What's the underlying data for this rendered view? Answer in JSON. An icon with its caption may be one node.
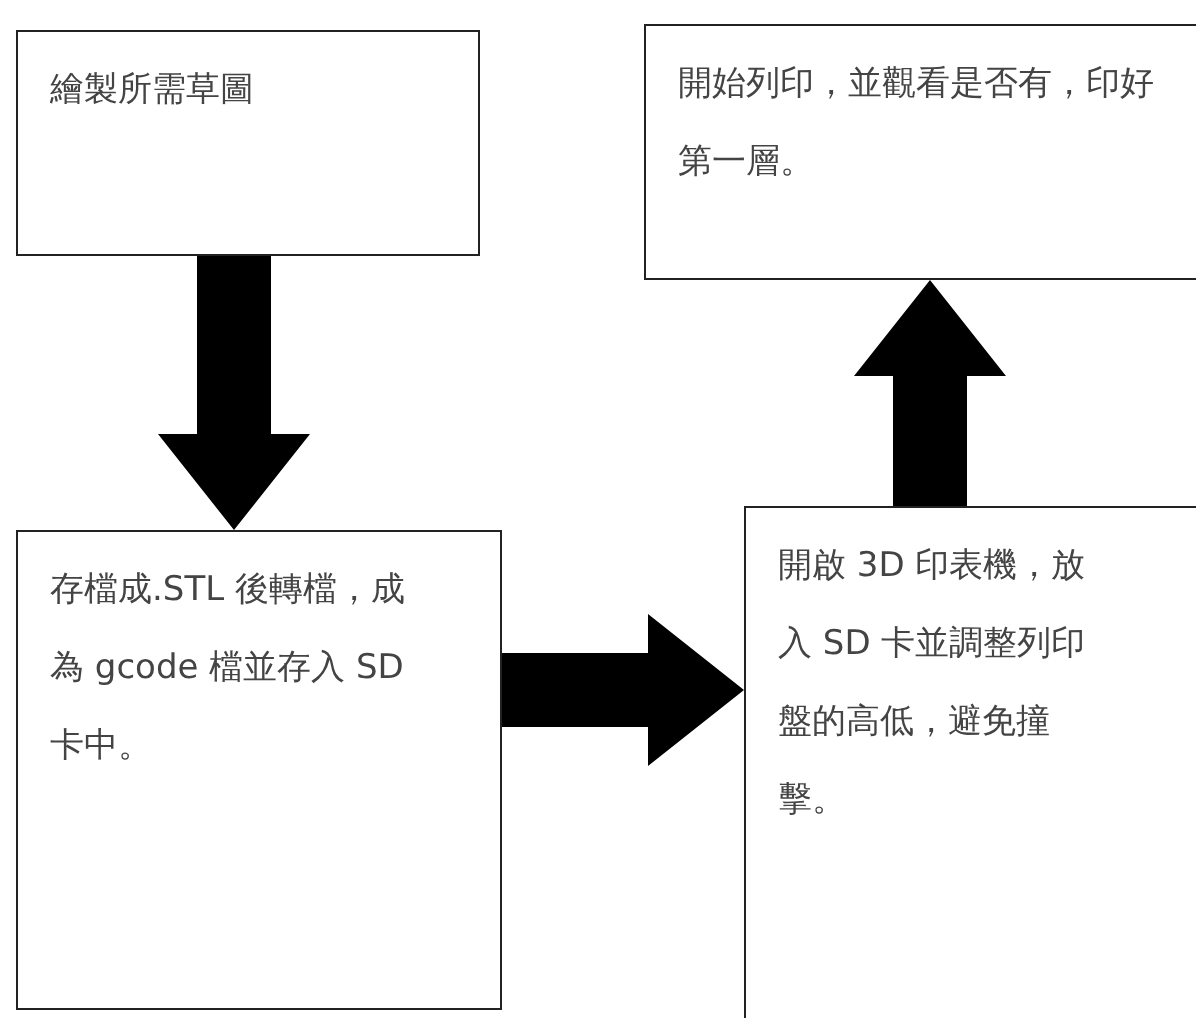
{
  "diagram": {
    "nodes": [
      {
        "text": [
          "繪製所需草圖"
        ]
      },
      {
        "text": [
          "存檔成.STL 後轉檔，成為 gcode 檔並存入 SD 卡中。"
        ]
      },
      {
        "text": [
          "開啟 3D 印表機，放入 SD 卡並調整列印盤的高低，避免撞擊。"
        ]
      },
      {
        "text": [
          "開始列印，並觀看是否有，印好第一層。"
        ]
      }
    ],
    "edges": [
      {
        "from": 0,
        "to": 1,
        "arrow": "to",
        "style": "thick"
      },
      {
        "from": 1,
        "to": 2,
        "arrow": "to",
        "style": "thick"
      },
      {
        "from": 2,
        "to": 3,
        "arrow": "to",
        "style": "thick"
      }
    ]
  }
}
